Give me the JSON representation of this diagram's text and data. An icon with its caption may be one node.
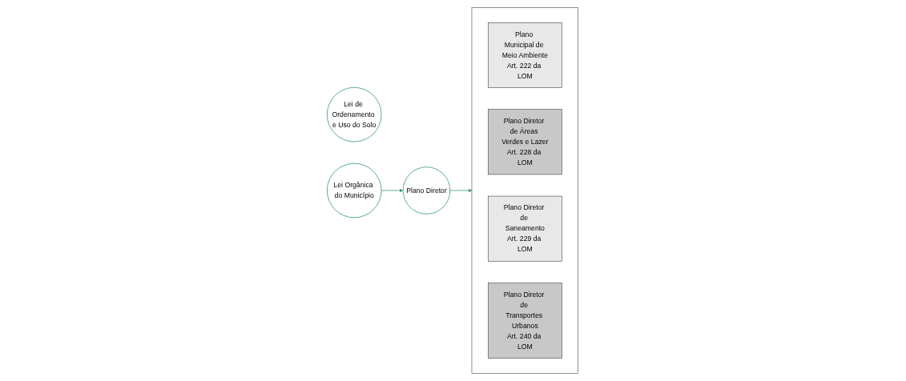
{
  "diagram": {
    "nodes": [
      {
        "text": [
          "Lei de Ordenamento e Uso do Solo"
        ]
      },
      {
        "text": [
          "Lei Orgânica do Município"
        ]
      },
      {
        "text": [
          "Plano Diretor"
        ]
      },
      {
        "text": [],
        "shape": "box"
      },
      {
        "text": [
          "Plano Municipal de Meio Ambiente",
          "Art. 222 da LOM"
        ],
        "in": 3
      },
      {
        "text": [
          "Plano Diretor de Áreas Verdes e Lazer",
          "Art. 228 da LOM"
        ],
        "in": 3
      },
      {
        "text": [
          "Plano Diretor de Saneamento",
          "Art. 229 da LOM"
        ],
        "in": 3
      },
      {
        "text": [
          "Plano Diretor de Transportes Urbanos",
          "Art. 240 da LOM"
        ],
        "in": 3
      }
    ],
    "edges": [
      {
        "from": 1,
        "to": 2,
        "arrow": "to"
      },
      {
        "from": 2,
        "to": 3,
        "arrow": "to"
      }
    ]
  }
}
